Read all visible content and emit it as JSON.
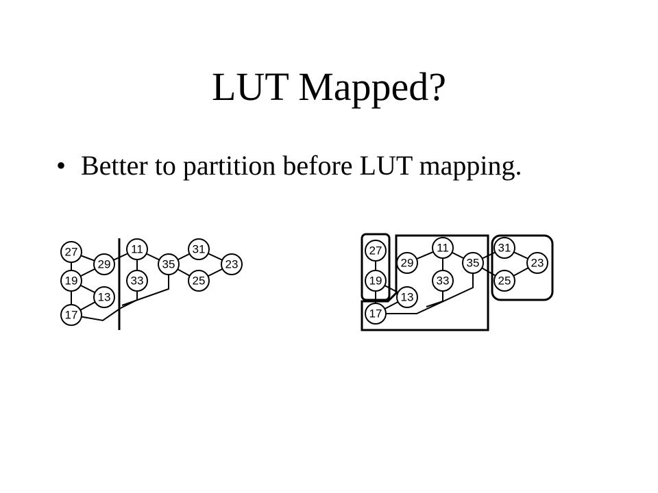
{
  "title": "LUT Mapped?",
  "bullets": [
    {
      "mark": "•",
      "text": "Better to partition before LUT mapping."
    }
  ],
  "diagrams": {
    "before": {
      "nodes": [
        "27",
        "29",
        "19",
        "13",
        "17",
        "11",
        "33",
        "35",
        "31",
        "25",
        "23"
      ]
    },
    "after": {
      "nodes": [
        "27",
        "19",
        "17",
        "13",
        "29",
        "11",
        "33",
        "35",
        "31",
        "23",
        "25"
      ]
    }
  }
}
